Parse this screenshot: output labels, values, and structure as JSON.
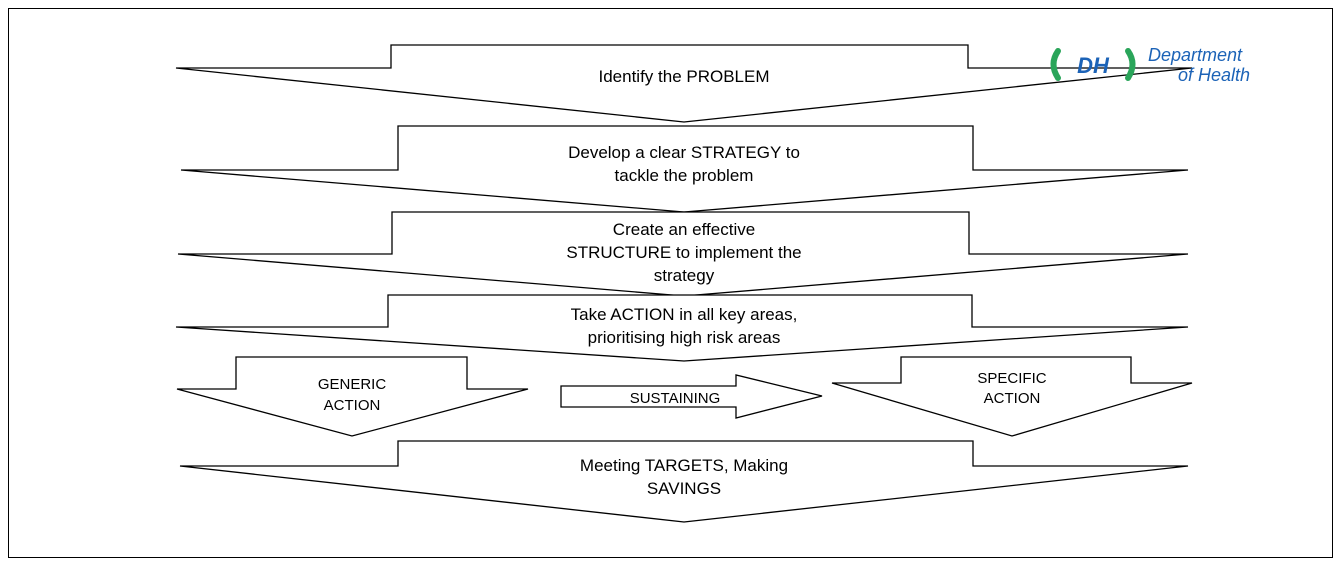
{
  "steps": [
    {
      "lines": [
        "Identify the PROBLEM"
      ]
    },
    {
      "lines": [
        "Develop a clear STRATEGY to",
        "tackle the problem"
      ]
    },
    {
      "lines": [
        "Create an effective",
        "STRUCTURE to implement the",
        "strategy"
      ]
    },
    {
      "lines": [
        "Take ACTION in all key areas,",
        "prioritising high risk areas"
      ]
    }
  ],
  "branches": {
    "generic": {
      "lines": [
        "GENERIC",
        "ACTION"
      ]
    },
    "sustaining": {
      "label": "SUSTAINING"
    },
    "specific": {
      "lines": [
        "SPECIFIC",
        "ACTION"
      ]
    }
  },
  "outcome": {
    "lines": [
      "Meeting TARGETS, Making",
      "SAVINGS"
    ]
  },
  "logo": {
    "mark": "DH",
    "line1": "Department",
    "line2": "of Health",
    "ring_color": "#2aa55a",
    "text_color": "#1c63b7"
  }
}
